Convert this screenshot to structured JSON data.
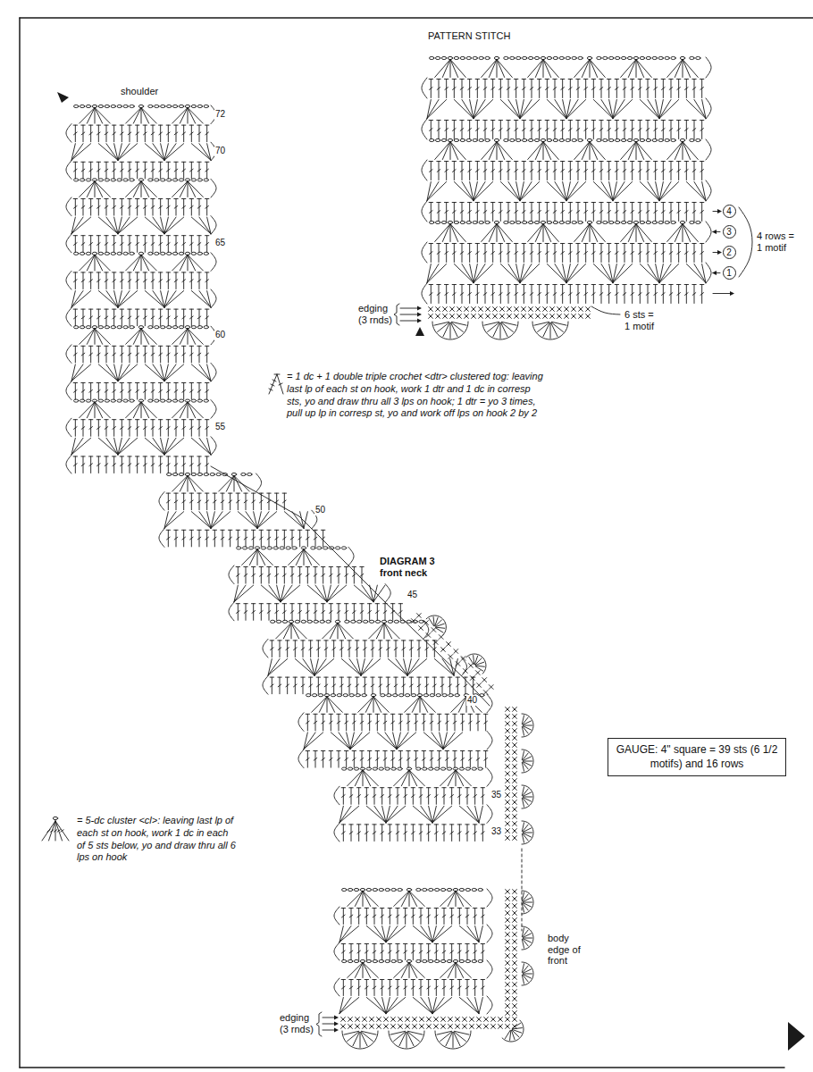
{
  "diagram": {
    "nodes": [
      {
        "text": [
          "4"
        ]
      },
      {
        "text": [
          "3"
        ]
      },
      {
        "text": [
          "2"
        ]
      },
      {
        "text": [
          "1"
        ]
      },
      {
        "text": [
          "GAUGE: 4\" square = 39 sts (6 1/2 motifs) and 16 rows"
        ]
      }
    ],
    "labels": [
      "PATTERN STITCH",
      "edging",
      "(3 rnds)",
      "6 sts = 1 motif",
      "4 rows = 1 motif",
      "shoulder",
      "72",
      "70",
      "65",
      "60",
      "55",
      "50",
      "45",
      "40",
      "35",
      "33",
      "DIAGRAM 3",
      "front neck",
      "body edge of front",
      "edging",
      "(3 rnds)"
    ],
    "legend": [
      {
        "text": "= 1 dc + 1 double triple crochet <dtr> clustered tog: leaving last lp of each st on hook, work 1 dtr and 1 dc in corresp sts, yo and draw thru all 3 lps on hook; 1 dtr = yo 3 times, pull up lp in corresp st, yo and work off lps on hook 2 by 2"
      },
      {
        "text": "= 5-dc cluster <cl>: leaving last lp of each st on hook, work 1 dc in each of 5 sts below, yo and draw thru all 6 lps on hook"
      }
    ]
  }
}
